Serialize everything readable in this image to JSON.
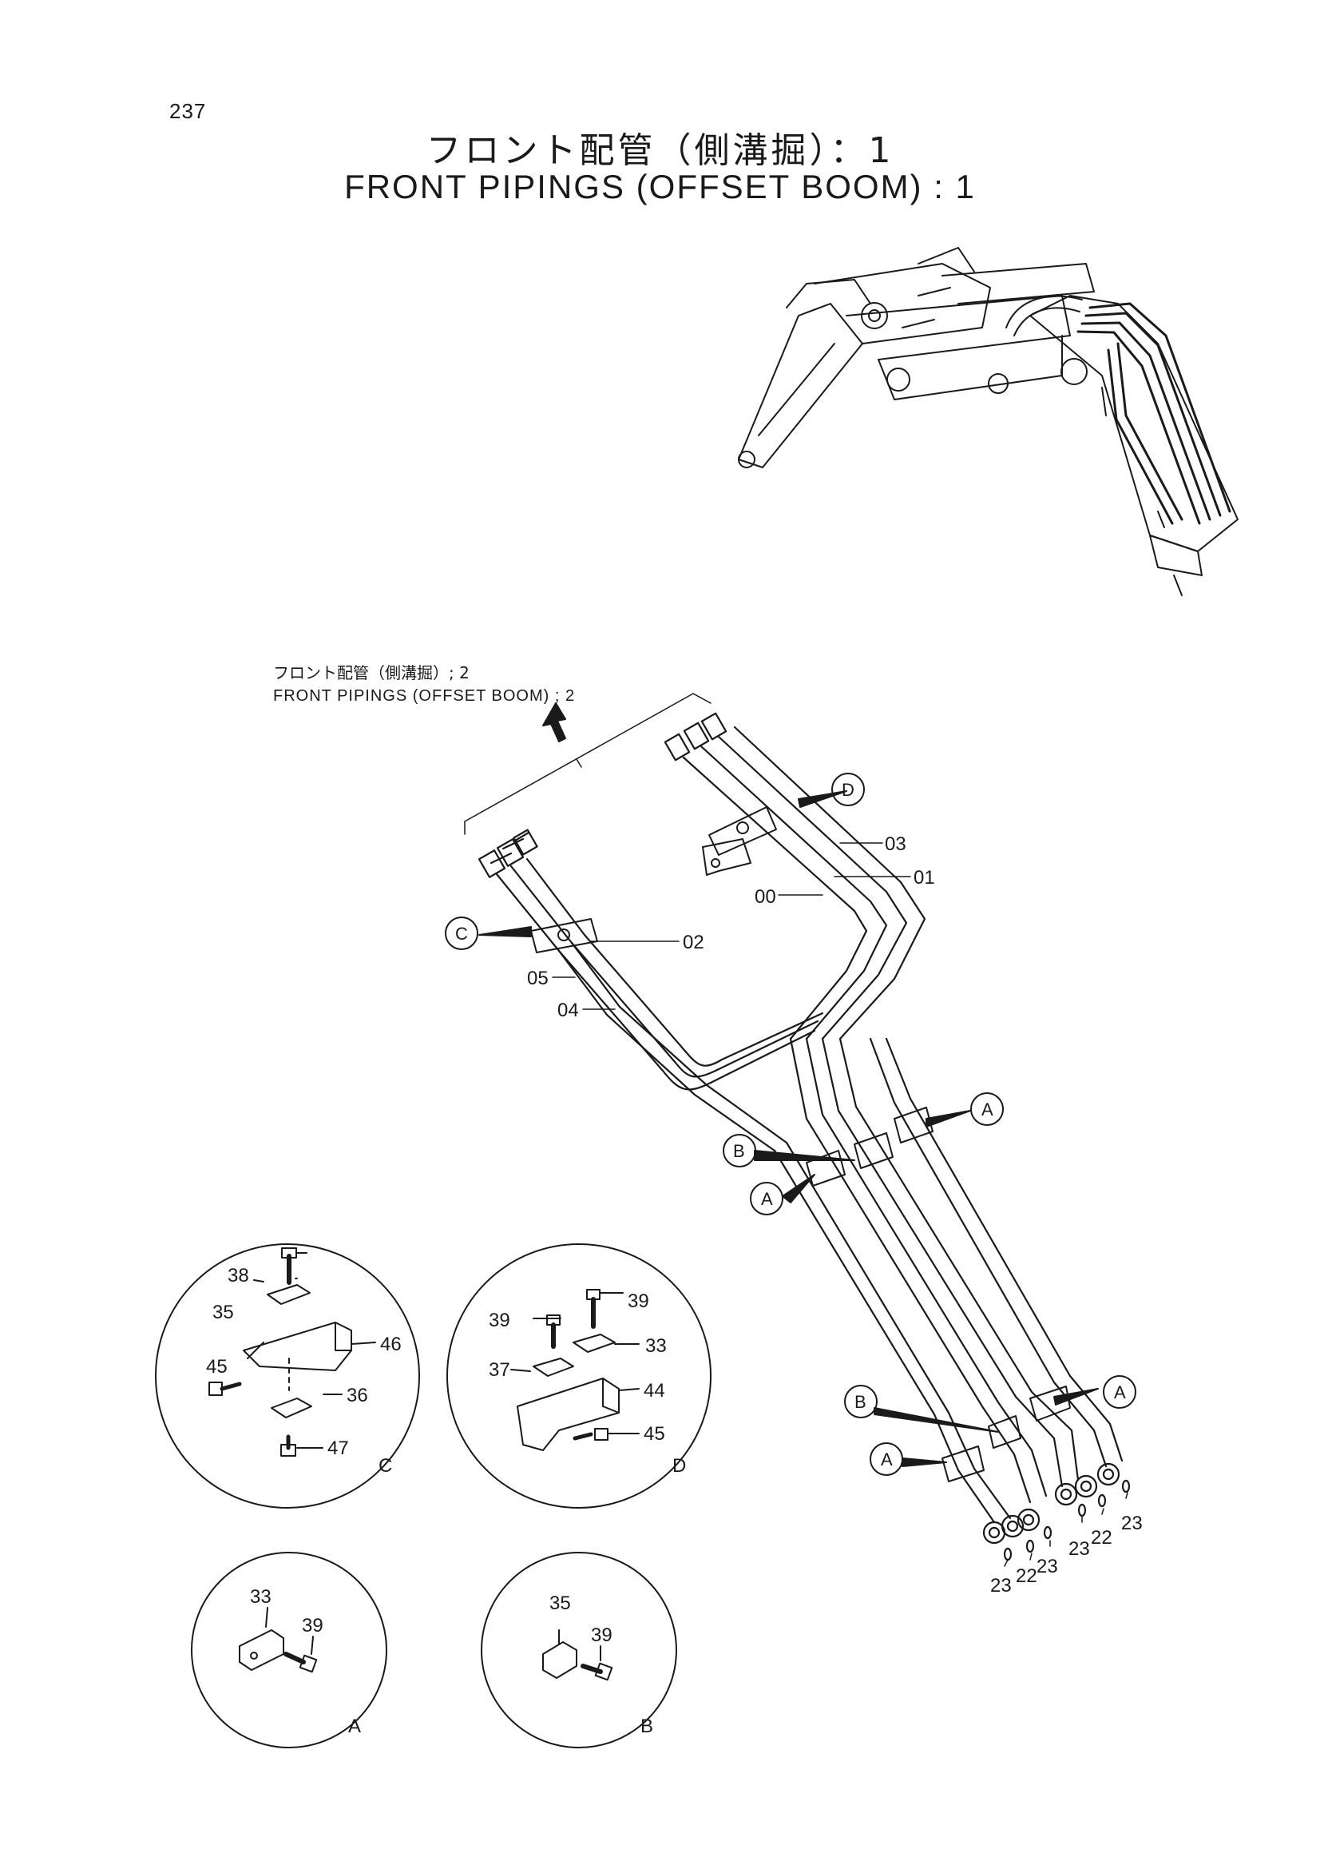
{
  "page_number": "237",
  "title": {
    "jp": "フロント配管（側溝掘）：1",
    "en": "FRONT PIPINGS (OFFSET BOOM) : 1"
  },
  "continuation": {
    "jp": "フロント配管（側溝掘）; 2",
    "en": "FRONT PIPINGS (OFFSET BOOM) ; 2"
  },
  "part_numbers": {
    "p00": "00",
    "p01": "01",
    "p02": "02",
    "p03": "03",
    "p04": "04",
    "p05": "05",
    "p22": "22",
    "p23": "23",
    "p33": "33",
    "p35": "35",
    "p36": "36",
    "p37": "37",
    "p38": "38",
    "p39": "39",
    "p44": "44",
    "p45": "45",
    "p46": "46",
    "p47": "47"
  },
  "callouts": {
    "A": "A",
    "B": "B",
    "C": "C",
    "D": "D"
  },
  "colors": {
    "ink": "#1a1a1a",
    "paper": "#ffffff"
  }
}
